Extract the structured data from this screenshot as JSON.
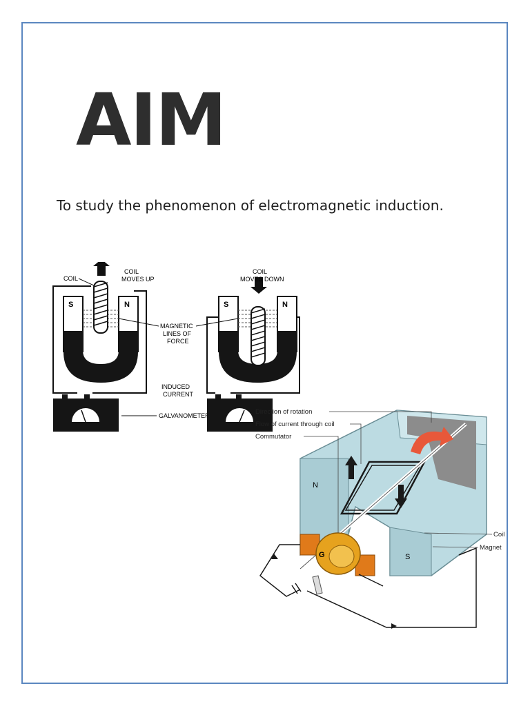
{
  "page": {
    "title": "AIM",
    "aim_text": "To study the phenomenon of electromagnetic induction."
  },
  "figure1": {
    "coil_label": "COIL",
    "coil_moves_up": [
      "COIL",
      "MOVES UP"
    ],
    "coil_moves_down": [
      "COIL",
      "MOVES DOWN"
    ],
    "pole_s": "S",
    "pole_n": "N",
    "magnetic_lines": [
      "MAGNETIC",
      "LINES OF",
      "FORCE"
    ],
    "induced_current": [
      "INDUCED",
      "CURRENT"
    ],
    "galvanometer": "GALVANOMETER"
  },
  "figure2": {
    "direction_of_rotation": "Direction of rotation",
    "flow_of_current": "Flow of current through coil",
    "commutator": "Commutator",
    "coil": "Coil",
    "magnet": "Magnet",
    "pole_n": "N",
    "pole_s": "S",
    "galvanometer_symbol": "G"
  },
  "colors": {
    "frame_border": "#5b87c0",
    "magnet_block": "#bfdde3",
    "rotation_arrow": "#e8583a",
    "commutator": "#e6a21e"
  }
}
